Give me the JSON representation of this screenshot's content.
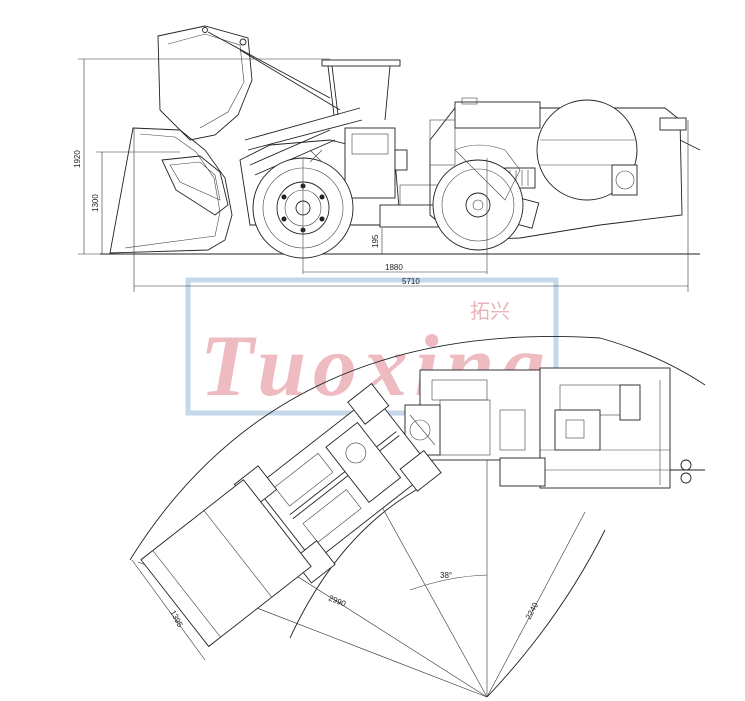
{
  "watermark": {
    "brand": "Tuoxing",
    "brand_cn": "拓兴",
    "brand_color": "#e8a0a8",
    "frame_color": "#bcd2e6"
  },
  "side_view": {
    "dimensions": {
      "height_total": "1920",
      "height_lower": "1300",
      "ground_clearance": "195",
      "wheelbase": "1880",
      "overall_length": "5710"
    }
  },
  "top_view": {
    "dimensions": {
      "bucket_width": "1395",
      "articulation_reach": "2990",
      "turn_angle": "38°",
      "turn_radius": "2240"
    }
  }
}
